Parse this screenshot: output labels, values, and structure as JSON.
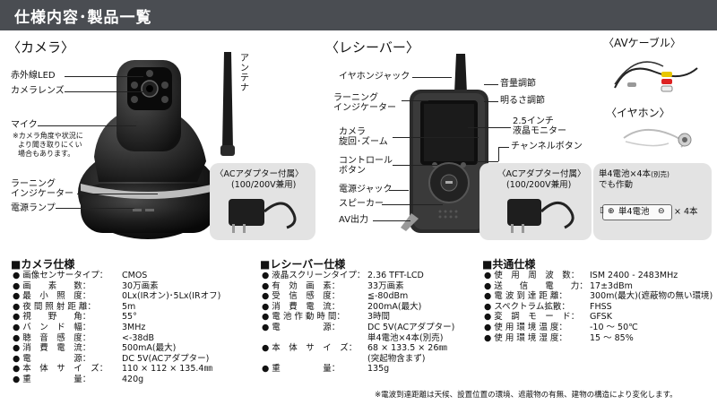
{
  "header": {
    "title": "仕様内容･製品一覧"
  },
  "camera": {
    "heading": "〈カメラ〉",
    "labels": {
      "ir_led": "赤外線LED",
      "lens": "カメラレンズ",
      "antenna": "アンテナ",
      "mic": "マイク",
      "mic_note_1": "※カメラ角度や状況に",
      "mic_note_2": "より聞き取りにくい",
      "mic_note_3": "場合もあります。",
      "pairing_1": "ラーニング",
      "pairing_2": "インジケーター",
      "power_lamp": "電源ランプ"
    },
    "adapter": {
      "line1": "〈ACアダプター付属〉",
      "line2": "(100/200V兼用)"
    }
  },
  "receiver": {
    "heading": "〈レシーバー〉",
    "labels": {
      "earphone_jack": "イヤホンジャック",
      "pairing_1": "ラーニング",
      "pairing_2": "インジケーター",
      "camera_1": "カメラ",
      "camera_2": "旋回･ズーム",
      "control_1": "コントロール",
      "control_2": "ボタン",
      "power_jack": "電源ジャック",
      "speaker": "スピーカー",
      "av_out": "AV出力",
      "volume": "音量調節",
      "brightness": "明るさ調節",
      "monitor_1": "2.5インチ",
      "monitor_2": "液晶モニター",
      "channel": "チャンネルボタン"
    },
    "adapter": {
      "line1": "〈ACアダプター付属〉",
      "line2": "(100/200V兼用)"
    },
    "battery": {
      "line1": "単4電池×4本",
      "line1_note": "(別売)",
      "line2": "でも作動",
      "cell_label": "単4電池",
      "count": "× 4本"
    }
  },
  "accessories": {
    "av_cable": "〈AVケーブル〉",
    "earphone": "〈イヤホン〉"
  },
  "camera_specs": {
    "title": "■カメラ仕様",
    "rows": [
      {
        "k": "● 画像センサータイプ：",
        "v": "CMOS"
      },
      {
        "k": "● 画　　素　　数：",
        "v": "30万画素"
      },
      {
        "k": "● 最　小　照　度：",
        "v": "0Lx(IRオン)･5Lx(IRオフ)"
      },
      {
        "k": "● 夜 間 照 射 距 離：",
        "v": "5m"
      },
      {
        "k": "● 視　　野　　角：",
        "v": "55°"
      },
      {
        "k": "● バ　ン　ド　幅：",
        "v": "3MHz"
      },
      {
        "k": "● 聴　音　感　度：",
        "v": "<-38dB"
      },
      {
        "k": "● 消　費　電　流：",
        "v": "500mA(最大)"
      },
      {
        "k": "● 電　　　　　源：",
        "v": "DC 5V(ACアダプター)"
      },
      {
        "k": "● 本　体　サ　イ　ズ：",
        "v": "110 × 112 × 135.4㎜"
      },
      {
        "k": "● 重　　　　　量：",
        "v": "420g"
      }
    ]
  },
  "receiver_specs": {
    "title": "■レシーバー仕様",
    "rows": [
      {
        "k": "● 液晶スクリーンタイプ：",
        "v": "2.36 TFT-LCD"
      },
      {
        "k": "● 有　効　画　素：",
        "v": "33万画素"
      },
      {
        "k": "● 受　信　感　度：",
        "v": "≦-80dBm"
      },
      {
        "k": "● 消　費　電　流：",
        "v": "200mA(最大)"
      },
      {
        "k": "● 電 池 作 動 時 間：",
        "v": "3時間"
      },
      {
        "k": "● 電　　　　　源：",
        "v": "DC 5V(ACアダプター)"
      },
      {
        "k": "",
        "v": "単4電池×4本(別売)"
      },
      {
        "k": "● 本　体　サ　イ　ズ：",
        "v": "68 × 133.5 × 26㎜"
      },
      {
        "k": "",
        "v": "(突起物含まず)"
      },
      {
        "k": "● 重　　　　　量：",
        "v": "135g"
      }
    ]
  },
  "common_specs": {
    "title": "■共通仕様",
    "rows": [
      {
        "k": "● 使　用　周　波　数：",
        "v": "ISM 2400 - 2483MHz"
      },
      {
        "k": "● 送　　信　　電　　力：",
        "v": "17±3dBm"
      },
      {
        "k": "● 電 波 到 達 距 離：",
        "v": "300m(最大)(遮蔽物の無い環境)"
      },
      {
        "k": "● スペクトラム拡散：",
        "v": "FHSS"
      },
      {
        "k": "● 変　調　モ　ー　ド：",
        "v": "GFSK"
      },
      {
        "k": "● 使 用 環 境 温 度：",
        "v": "-10 ～ 50℃"
      },
      {
        "k": "● 使 用 環 境 湿 度：",
        "v": "15 ～ 85%"
      }
    ]
  },
  "footnote": "※電波到達距離は天候、設置位置の環境、遮蔽物の有無、建物の構造により変化します。"
}
